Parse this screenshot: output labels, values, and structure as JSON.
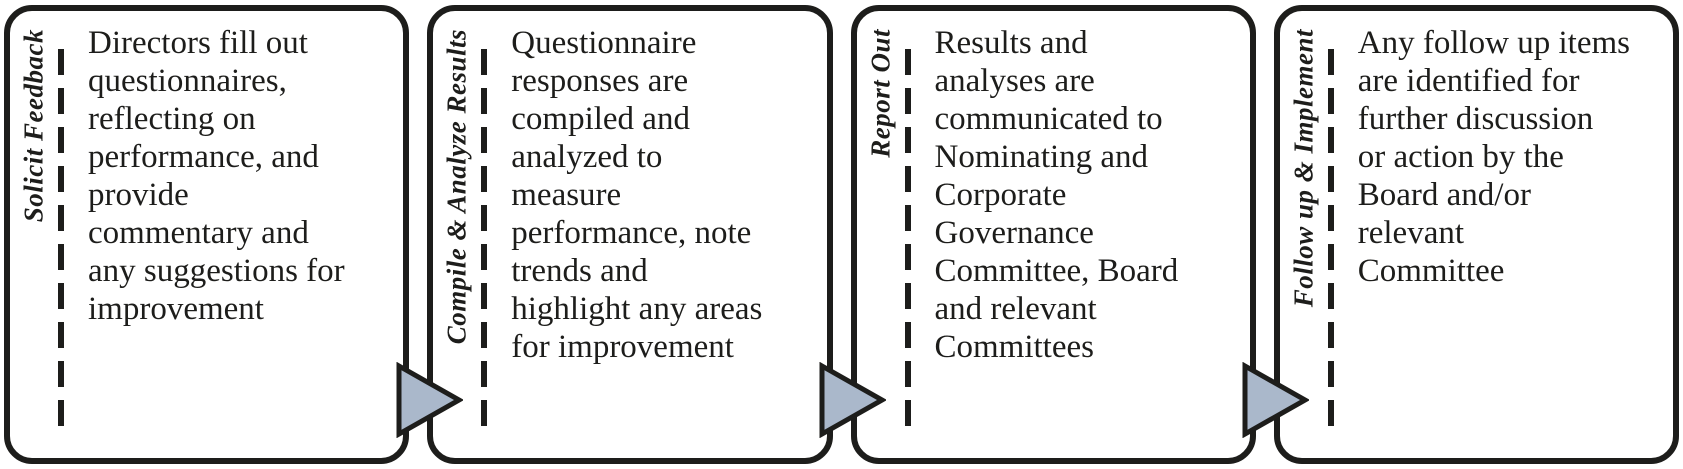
{
  "diagram": {
    "type": "process-flow",
    "stages": [
      {
        "label": "Solicit Feedback",
        "description": "Directors fill out\nquestionnaires,\nreflecting on\nperformance, and\nprovide\ncommentary and\nany suggestions for\nimprovement"
      },
      {
        "label": "Compile & Analyze Results",
        "description": "Questionnaire\nresponses are\ncompiled and\nanalyzed to\nmeasure\nperformance, note\ntrends and\nhighlight any areas\nfor improvement"
      },
      {
        "label": "Report Out",
        "description": "Results and\nanalyses are\ncommunicated to\nNominating and\nCorporate\nGovernance\nCommittee, Board\nand relevant\nCommittees"
      },
      {
        "label": "Follow up & Implement",
        "description": "Any follow up items\nare identified for\nfurther discussion\nor action by the\nBoard and/or\nrelevant\nCommittee"
      }
    ],
    "colors": {
      "border": "#1d1d1b",
      "text": "#1d1d1b",
      "arrow_fill": "#aab8cb",
      "background": "#ffffff"
    }
  }
}
